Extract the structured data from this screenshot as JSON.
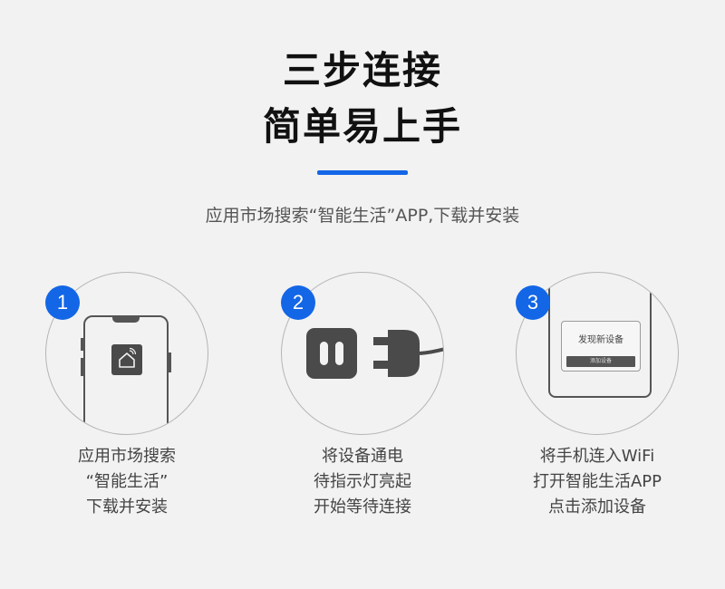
{
  "header": {
    "title_line1": "三步连接",
    "title_line2": "简单易上手",
    "subtitle": "应用市场搜索“智能生活”APP,下载并安装"
  },
  "colors": {
    "accent": "#1366e6",
    "illustration": "#4a4a4a",
    "background": "#f2f2f2"
  },
  "steps": [
    {
      "number": "1",
      "icon": "phone-app-icon",
      "lines": [
        "应用市场搜索",
        "“智能生活”",
        "下载并安装"
      ]
    },
    {
      "number": "2",
      "icon": "plug-and-socket-icon",
      "lines": [
        "将设备通电",
        "待指示灯亮起",
        "开始等待连接"
      ]
    },
    {
      "number": "3",
      "icon": "add-device-dialog-icon",
      "lines": [
        "将手机连入WiFi",
        "打开智能生活APP",
        "点击添加设备"
      ],
      "dialog_title": "发现新设备",
      "dialog_button": "添加设备"
    }
  ]
}
